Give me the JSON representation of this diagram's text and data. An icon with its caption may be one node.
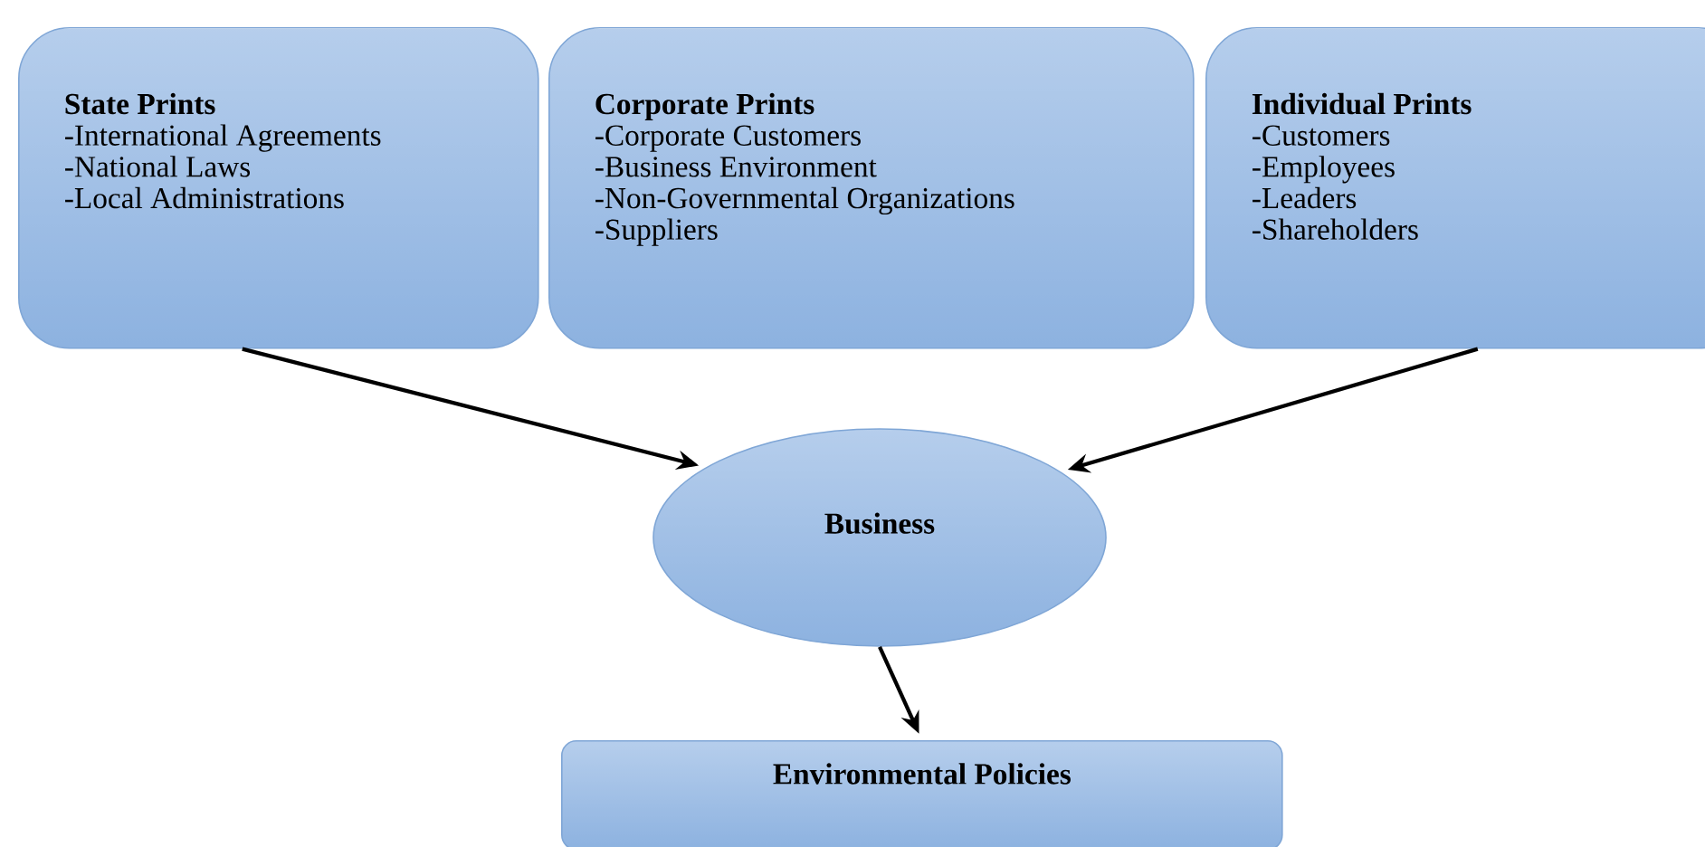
{
  "diagram": {
    "nodes": [
      {
        "text": [
          "State Prints",
          "-International Agreements",
          "-National Laws",
          "-Local Administrations"
        ]
      },
      {
        "text": [
          "Corporate Prints",
          "-Corporate Customers",
          "-Business Environment",
          "-Non-Governmental Organizations",
          "-Suppliers"
        ]
      },
      {
        "text": [
          "Individual Prints",
          "-Customers",
          "-Employees",
          "-Leaders",
          "-Shareholders"
        ]
      },
      {
        "text": [
          "Business"
        ]
      },
      {
        "text": [
          "Environmental Policies"
        ]
      }
    ],
    "edges": [
      {
        "from": 0,
        "to": 3,
        "arrow": "to"
      },
      {
        "from": 2,
        "to": 3,
        "arrow": "to"
      },
      {
        "from": 3,
        "to": 4,
        "arrow": "to"
      }
    ]
  }
}
